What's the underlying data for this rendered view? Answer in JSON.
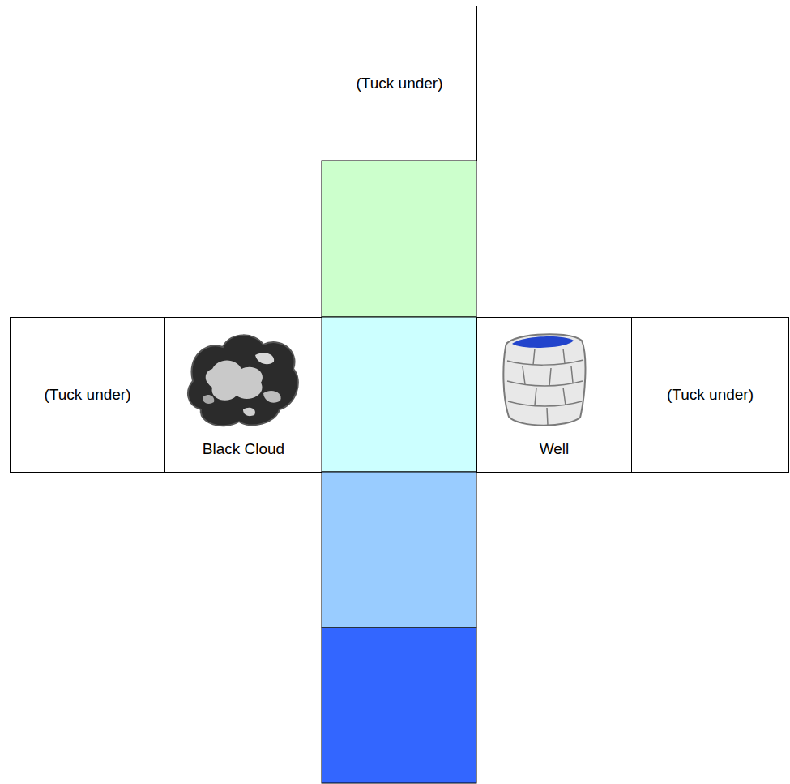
{
  "diagram": {
    "nodes": [
      {
        "text": [
          "(Tuck under)"
        ]
      },
      {
        "text": [
          "(Tuck under)"
        ]
      },
      {
        "text": [
          "Black Cloud"
        ]
      },
      {
        "text": [
          "Well"
        ]
      },
      {
        "text": [
          "(Tuck under)"
        ]
      }
    ]
  }
}
